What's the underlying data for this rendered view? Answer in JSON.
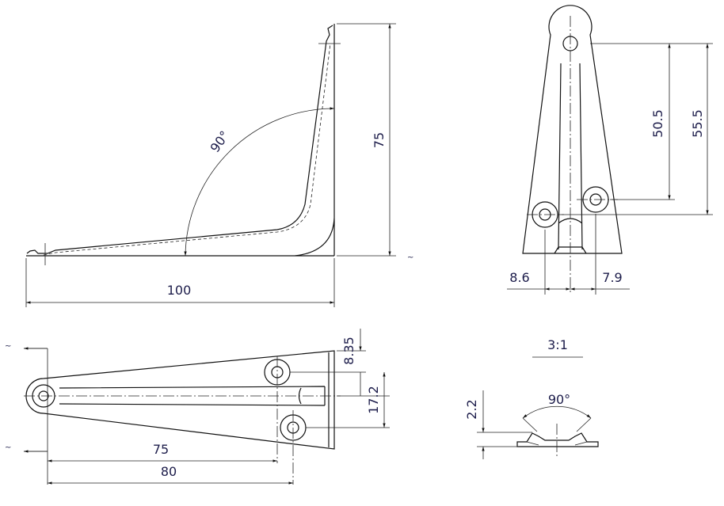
{
  "side_view": {
    "angle": "90°",
    "height": "75",
    "width": "100",
    "section_mark": "~"
  },
  "top_view": {
    "dim_a": "50.5",
    "dim_b": "55.5",
    "dim_left": "8.6",
    "dim_right": "7.9"
  },
  "plan_view": {
    "dim_top": "8.35",
    "dim_spacing": "17.2",
    "dim_75": "75",
    "dim_80": "80",
    "section_mark_top": "~",
    "section_mark_bottom": "~"
  },
  "detail_view": {
    "scale": "3:1",
    "angle": "90°",
    "height": "2.2"
  }
}
